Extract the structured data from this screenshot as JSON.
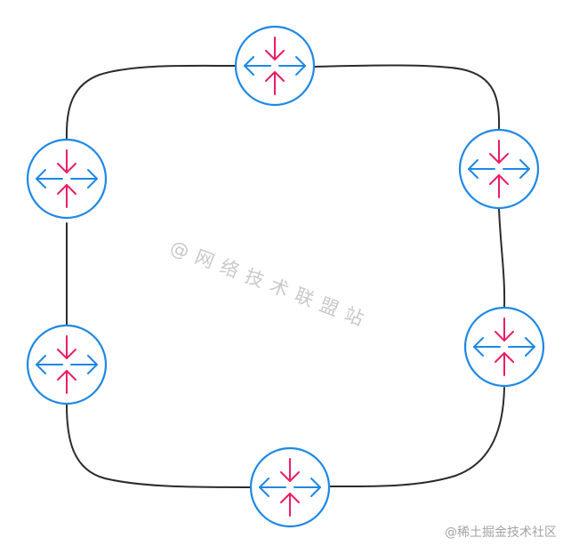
{
  "diagram": {
    "topology": "ring",
    "colors": {
      "link": "#2b2b2b",
      "router_ring": "#1e88e5",
      "horizontal_arrows": "#1e88e5",
      "vertical_arrows": "#e91e63",
      "watermark": "#c9c9c9"
    },
    "routers": [
      {
        "id": "router-top",
        "icon": "router-icon"
      },
      {
        "id": "router-right-upper",
        "icon": "router-icon"
      },
      {
        "id": "router-right-lower",
        "icon": "router-icon"
      },
      {
        "id": "router-bottom",
        "icon": "router-icon"
      },
      {
        "id": "router-left-lower",
        "icon": "router-icon"
      },
      {
        "id": "router-left-upper",
        "icon": "router-icon"
      }
    ]
  },
  "watermark": {
    "main_text": "@网络技术联盟站",
    "corner_text": "@稀土掘金技术社区"
  }
}
